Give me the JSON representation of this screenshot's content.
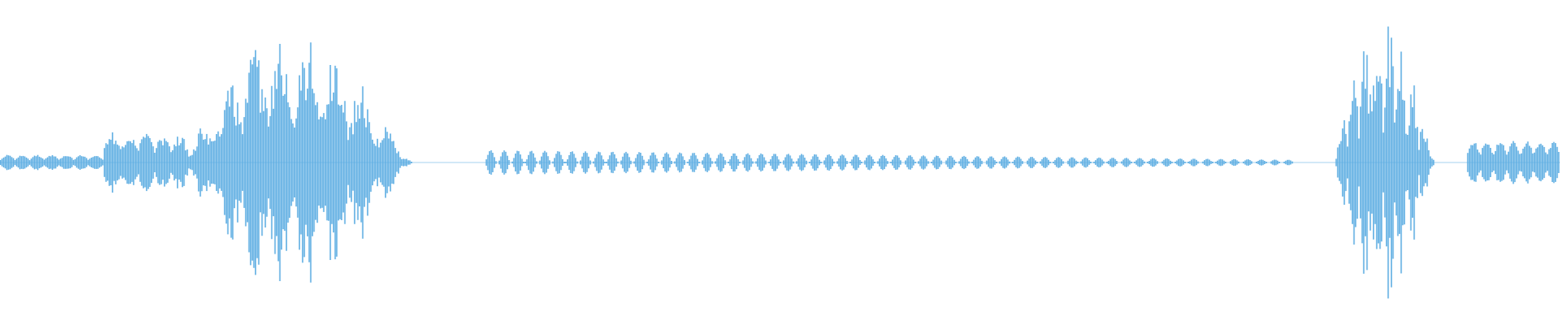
{
  "waveform": {
    "color": "#5dade2",
    "background": "#ffffff",
    "segments": [
      {
        "from": 0.0,
        "to": 0.066,
        "amplitude": 0.05,
        "modulation": "ripple"
      },
      {
        "from": 0.066,
        "to": 0.12,
        "amplitude": 0.2,
        "modulation": "noisy"
      },
      {
        "from": 0.12,
        "to": 0.31,
        "amplitude": 0.92,
        "modulation": "noisy-peaks"
      },
      {
        "from": 0.31,
        "to": 0.83,
        "amplitude": 0.05,
        "modulation": "beads-decay"
      },
      {
        "from": 0.83,
        "to": 0.856,
        "amplitude": 0.0,
        "modulation": "silence"
      },
      {
        "from": 0.856,
        "to": 0.94,
        "amplitude": 0.97,
        "modulation": "noisy-peaks"
      },
      {
        "from": 0.94,
        "to": 1.0,
        "amplitude": 0.14,
        "modulation": "ripple"
      }
    ]
  }
}
